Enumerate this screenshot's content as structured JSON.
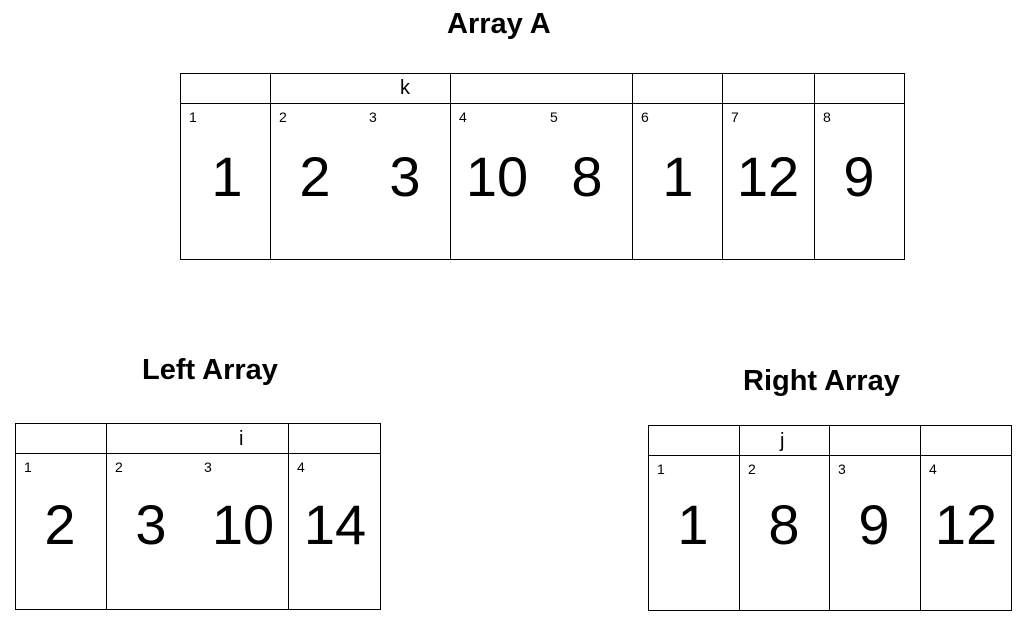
{
  "array_a": {
    "title": "Array A",
    "pointer": "k",
    "indices": [
      "1",
      "2",
      "3",
      "4",
      "5",
      "6",
      "7",
      "8"
    ],
    "values": [
      "1",
      "2",
      "3",
      "10",
      "8",
      "1",
      "12",
      "9"
    ]
  },
  "left_array": {
    "title": "Left Array",
    "pointer": "i",
    "indices": [
      "1",
      "2",
      "3",
      "4"
    ],
    "values": [
      "2",
      "3",
      "10",
      "14"
    ]
  },
  "right_array": {
    "title": "Right Array",
    "pointer": "j",
    "indices": [
      "1",
      "2",
      "3",
      "4"
    ],
    "values": [
      "1",
      "8",
      "9",
      "12"
    ]
  }
}
